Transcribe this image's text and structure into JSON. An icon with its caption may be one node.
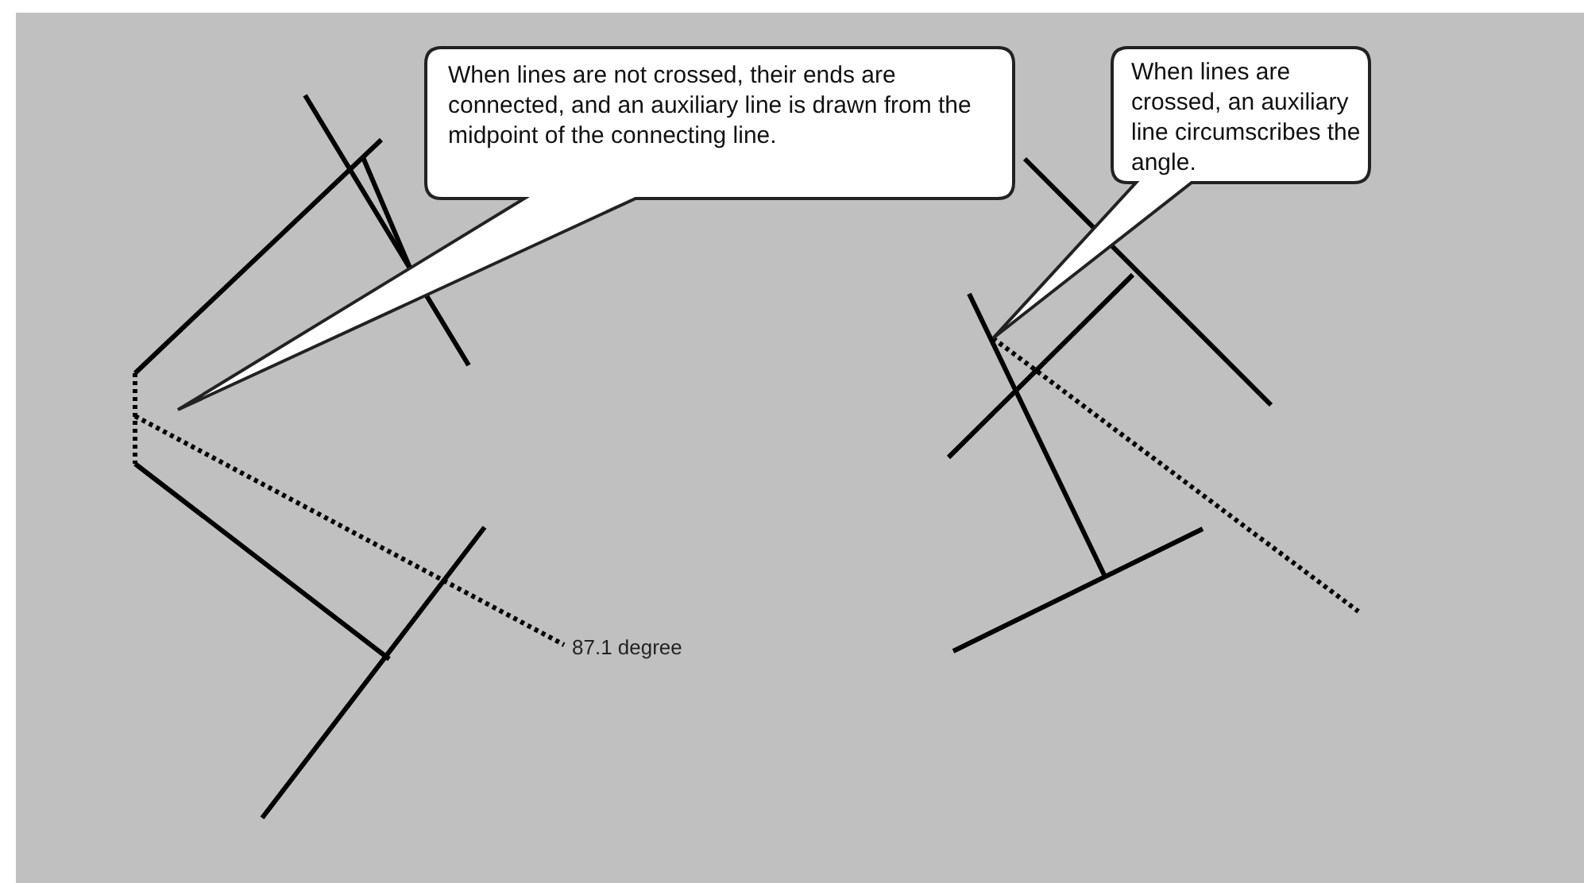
{
  "diagram": {
    "nodes": [
      {
        "text": [
          "When lines are not crossed, their ends are connected, and an auxiliary line is drawn from the midpoint of the connecting line."
        ]
      },
      {
        "text": [
          "When lines are crossed, an auxiliary line circumscribes the angle."
        ]
      }
    ],
    "labels": [
      "87.1 degree"
    ]
  }
}
